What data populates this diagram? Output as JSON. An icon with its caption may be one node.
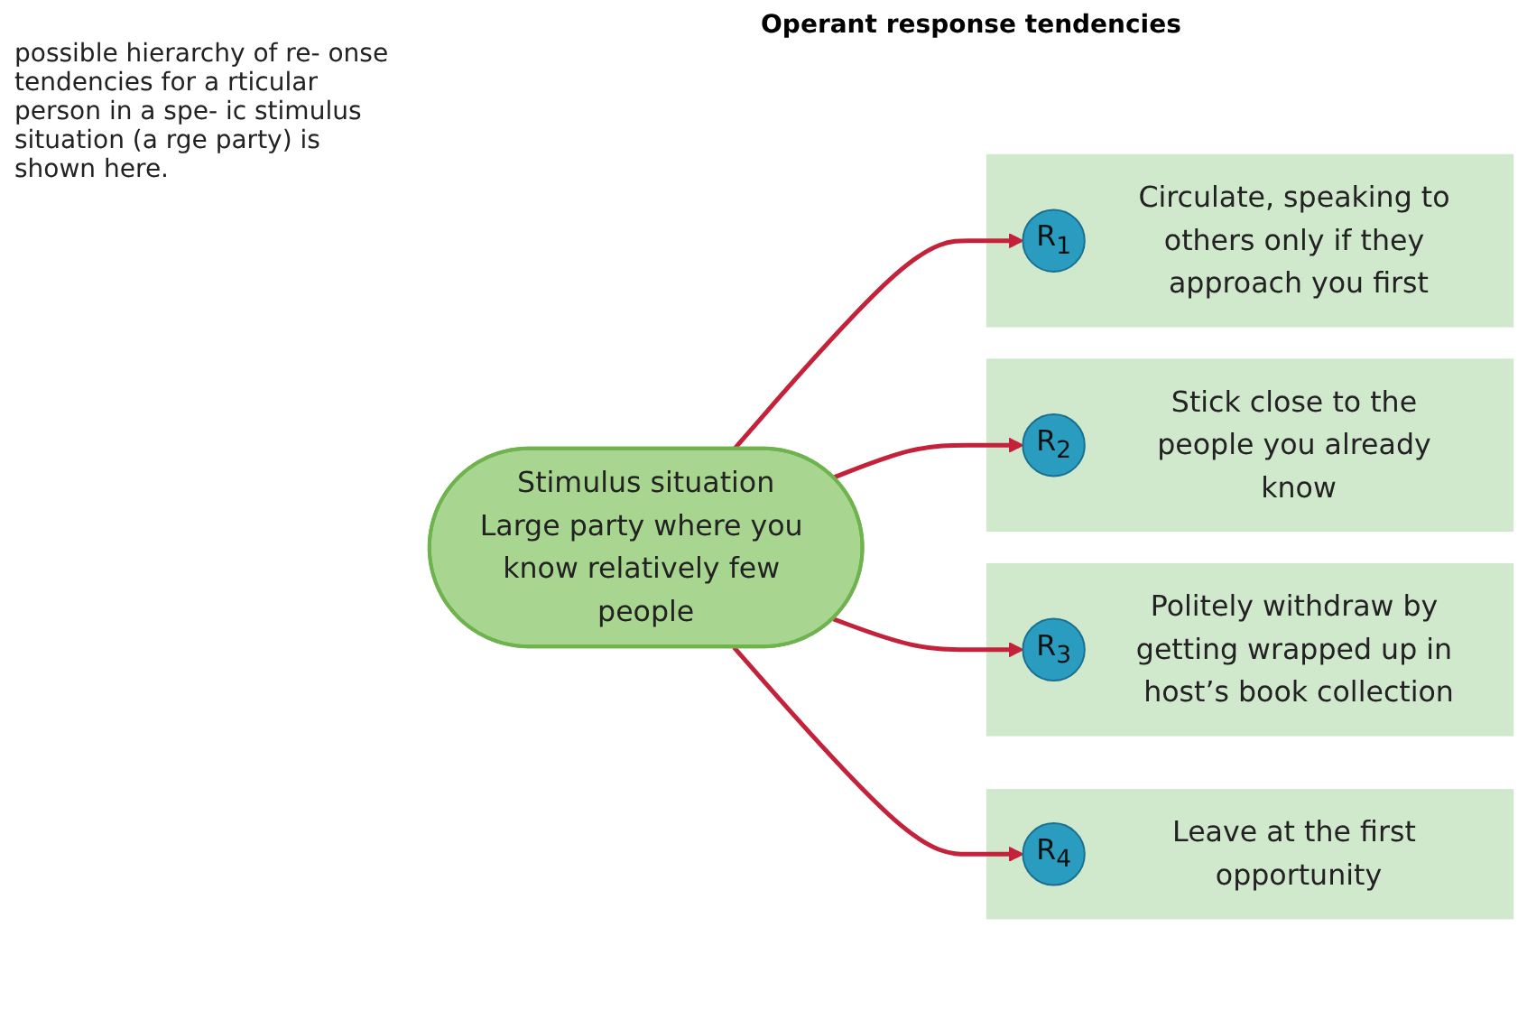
{
  "diagram": {
    "caption": "possible hierarchy of re- onse tendencies for a rticular person in a spe- ic stimulus situation (a rge party) is shown here.",
    "nodes": [
      {
        "text": [
          "Stimulus situation",
          "Large party where you know relatively few people"
        ]
      },
      {
        "text": [
          "Circulate, speaking to others only if they approach you first"
        ]
      },
      {
        "text": [
          "R$_{1}$"
        ],
        "in": 1
      },
      {
        "text": [
          "Stick close to the people you already know"
        ]
      },
      {
        "text": [
          "R$_{2}$"
        ],
        "in": 3
      },
      {
        "text": [
          "Politely withdraw by getting wrapped up in host’s book collection"
        ]
      },
      {
        "text": [
          "R$_{3}$"
        ],
        "in": 5
      },
      {
        "text": [
          "Leave at the first opportunity"
        ]
      },
      {
        "text": [
          "R$_{4}$"
        ],
        "in": 7
      }
    ],
    "edges": [
      {
        "from": 0,
        "to": 2,
        "arrow": "to"
      },
      {
        "from": 0,
        "to": 4,
        "arrow": "to"
      },
      {
        "from": 0,
        "to": 6,
        "arrow": "to"
      },
      {
        "from": 0,
        "to": 8,
        "arrow": "to"
      }
    ],
    "labels": [
      "Operant response tendencies"
    ]
  }
}
